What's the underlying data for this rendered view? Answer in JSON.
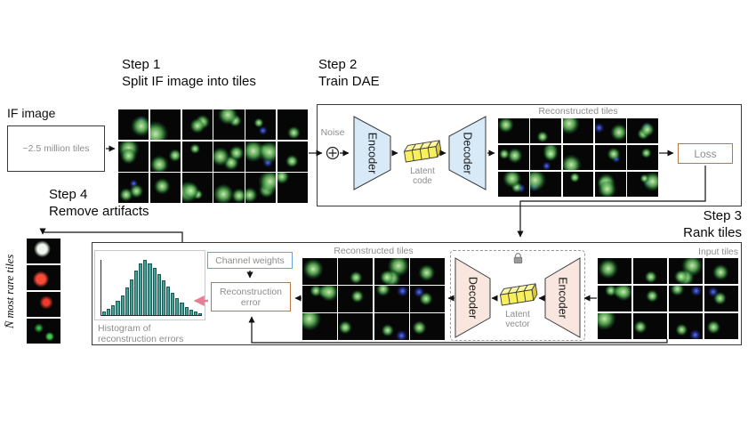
{
  "figure": {
    "steps": {
      "step1": {
        "title": "Step 1",
        "subtitle": "Split IF image into tiles"
      },
      "step2": {
        "title": "Step 2",
        "subtitle": "Train DAE"
      },
      "step3": {
        "title": "Step 3",
        "subtitle": "Rank tiles"
      },
      "step4": {
        "title": "Step 4",
        "subtitle": "Remove artifacts"
      }
    },
    "if_image": {
      "label": "IF image",
      "box_text": "~2.5 million tiles"
    },
    "dae": {
      "noise_label": "Noise",
      "encoder_label": "Encoder",
      "decoder_label": "Decoder",
      "latent_label_line1": "Latent",
      "latent_label_line2": "code",
      "reconstructed_label": "Reconstructed tiles",
      "loss_label": "Loss"
    },
    "rank": {
      "input_label": "Input tiles",
      "encoder_label": "Encoder",
      "decoder_label": "Decoder",
      "latent_label_line1": "Latent",
      "latent_label_line2": "vector",
      "reconstructed_label": "Reconstructed tiles",
      "channel_weights_label": "Channel weights",
      "error_label_line1": "Reconstruction",
      "error_label_line2": "error",
      "histogram_caption_line1": "Histogram of",
      "histogram_caption_line2": "reconstruction errors"
    },
    "rare_tiles_label": "N̄ most rare tiles"
  },
  "chart_data": {
    "type": "bar",
    "title": "Histogram of reconstruction errors",
    "xlabel": "",
    "ylabel": "",
    "values": [
      0.07,
      0.12,
      0.18,
      0.26,
      0.36,
      0.5,
      0.64,
      0.8,
      0.93,
      1.0,
      0.94,
      0.86,
      0.75,
      0.63,
      0.52,
      0.41,
      0.31,
      0.22,
      0.15,
      0.1,
      0.06,
      0.03
    ],
    "bar_color": "#45a098",
    "grid": false,
    "legend": false
  },
  "grids": {
    "step1": {
      "rows": 3,
      "cols": 6,
      "seed": 7
    },
    "dae_recon": {
      "rows": 3,
      "cols": 5,
      "seed": 21
    },
    "rank_recon": {
      "rows": 3,
      "cols": 4,
      "seed": 33
    },
    "rank_input": {
      "rows": 3,
      "cols": 4,
      "seed": 33
    }
  },
  "rare_tiles": [
    {
      "color": "#f2f7ee"
    },
    {
      "color": "#ff4a3a"
    },
    {
      "color": "#f03a2e"
    },
    {
      "color": "#3fcf52"
    }
  ],
  "colors": {
    "dae_autoencoder_fill": "#d8eaf7",
    "rank_autoencoder_fill": "#f9e7df",
    "latent_cube_fill": "#f8ef5d",
    "loss_border": "#c07442",
    "channel_weights_border": "#6d9fd8",
    "error_border": "#c07442",
    "threshold_arrow": "#e87d96"
  }
}
